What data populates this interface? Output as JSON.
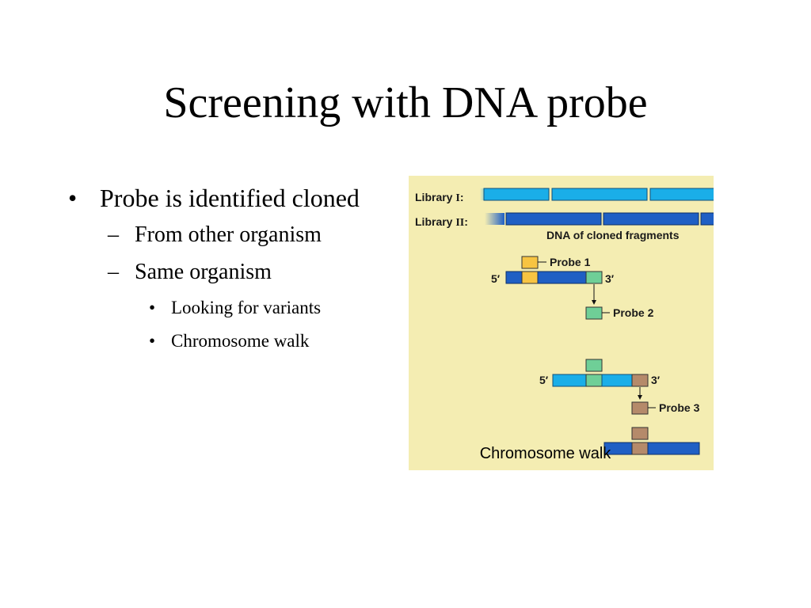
{
  "slide": {
    "title": "Screening with DNA probe",
    "bullets": [
      {
        "text": "Probe is identified cloned",
        "children": [
          {
            "text": "From other organism"
          },
          {
            "text": "Same organism",
            "children": [
              {
                "text": "Looking for variants"
              },
              {
                "text": "Chromosome walk"
              }
            ]
          }
        ]
      }
    ]
  },
  "figure": {
    "library_1_label_prefix": "Library ",
    "library_1_label_roman": "I",
    "library_2_label_prefix": "Library ",
    "library_2_label_roman": "II",
    "colon": ":",
    "fragments_label": "DNA of cloned fragments",
    "probe_1_label": "Probe 1",
    "probe_2_label": "Probe 2",
    "probe_3_label": "Probe 3",
    "five_prime_a": "5′",
    "three_prime_a": "3′",
    "five_prime_b": "5′",
    "three_prime_b": "3′",
    "caption": "Chromosome walk",
    "colors": {
      "background": "#f4edb2",
      "library_1": "#1aaee8",
      "library_2": "#1f5fc4",
      "probe_1": "#f7c442",
      "probe_2": "#6fcf97",
      "probe_3": "#b58a6a"
    }
  }
}
